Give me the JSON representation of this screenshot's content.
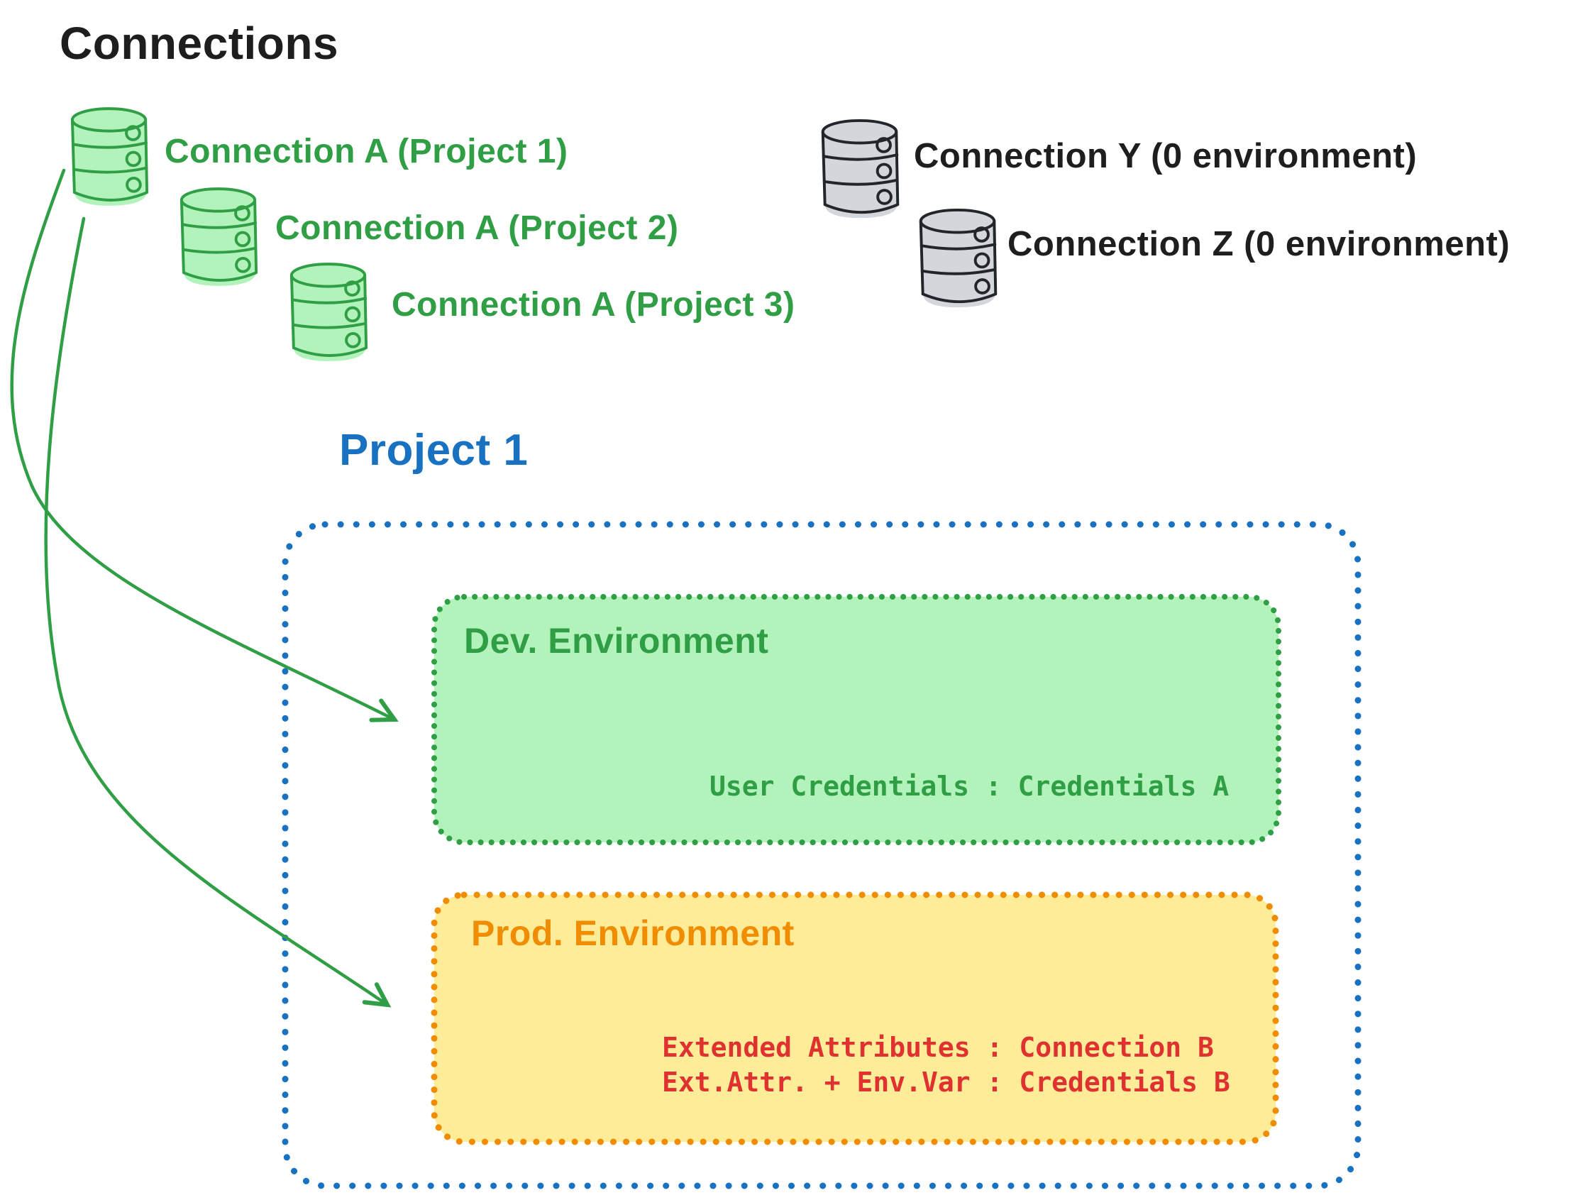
{
  "title": "Connections",
  "colors": {
    "ink": "#1e1e1e",
    "green": "#2f9e44",
    "green_fill": "#b2f2bb",
    "gray_fill": "#d3d7dc",
    "gray_stroke": "#22262a",
    "blue": "#1971c2",
    "orange": "#f08c00",
    "yellow_fill": "#ffec99",
    "red": "#e03131"
  },
  "icons": {
    "green_database": "database-icon",
    "gray_database": "database-icon",
    "arrow": "curved-arrow-icon"
  },
  "connections": {
    "green": [
      {
        "label": "Connection A (Project 1)"
      },
      {
        "label": "Connection A (Project 2)"
      },
      {
        "label": "Connection A (Project 3)"
      }
    ],
    "gray": [
      {
        "label": "Connection Y (0 environment)"
      },
      {
        "label": "Connection Z (0 environment)"
      }
    ]
  },
  "project": {
    "title": "Project 1",
    "dev": {
      "title": "Dev. Environment",
      "mapping": "User Credentials : Credentials A"
    },
    "prod": {
      "title": "Prod. Environment",
      "mappings": [
        "Extended Attributes : Connection B",
        "Ext.Attr. + Env.Var : Credentials B"
      ]
    }
  }
}
